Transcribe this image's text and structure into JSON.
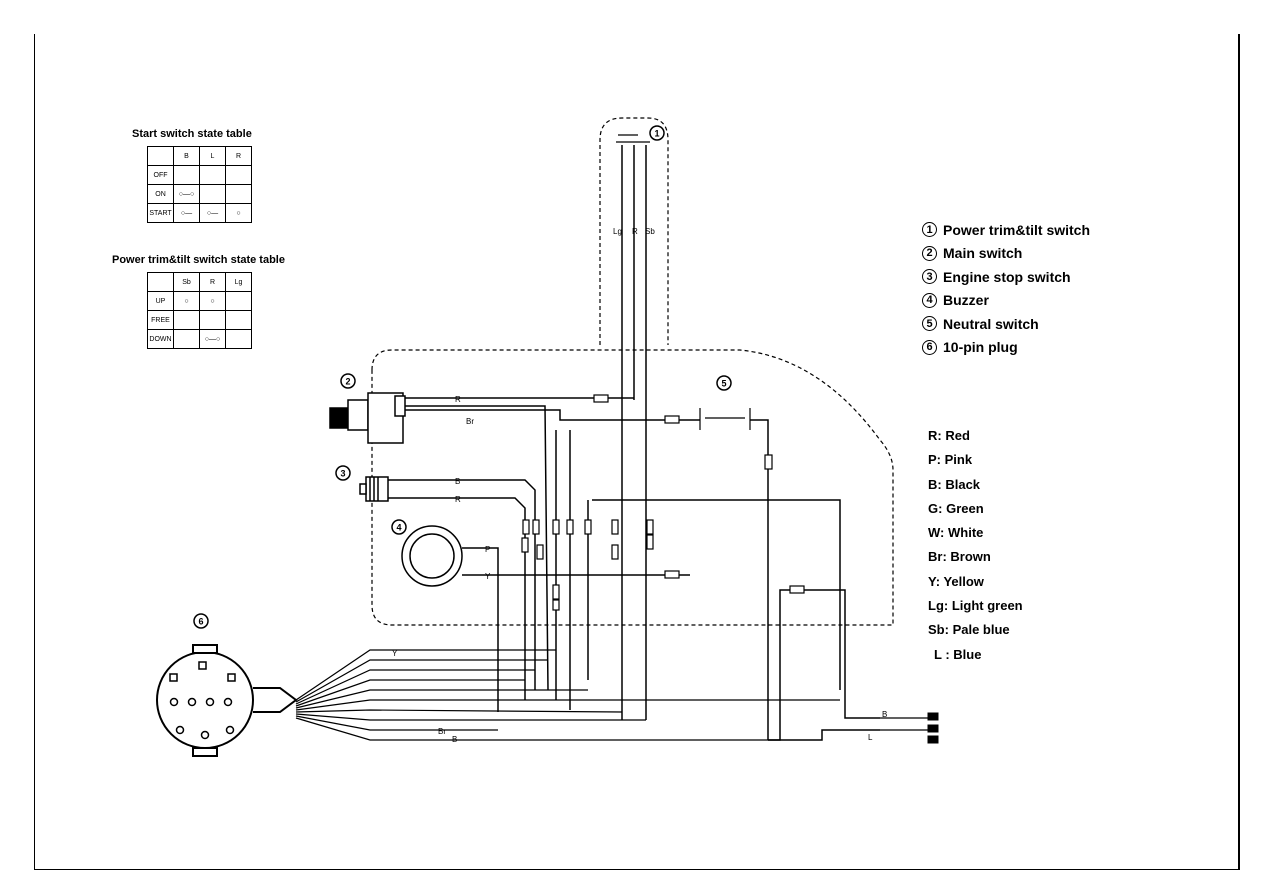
{
  "start_switch_table": {
    "title": "Start switch state table",
    "header": [
      "",
      "B",
      "L",
      "R"
    ],
    "rows": [
      [
        "OFF",
        "",
        "",
        ""
      ],
      [
        "ON",
        "○—○",
        "",
        ""
      ],
      [
        "START",
        "○—",
        "○—",
        "○"
      ]
    ]
  },
  "trim_switch_table": {
    "title": "Power trim&tilt switch state table",
    "header": [
      "",
      "Sb",
      "R",
      "Lg"
    ],
    "rows": [
      [
        "UP",
        "○",
        "○",
        ""
      ],
      [
        "FREE",
        "",
        "",
        ""
      ],
      [
        "DOWN",
        "",
        "○—○",
        ""
      ]
    ]
  },
  "components": [
    {
      "num": "1",
      "label": "Power trim&tilt switch"
    },
    {
      "num": "2",
      "label": "Main switch"
    },
    {
      "num": "3",
      "label": "Engine stop switch"
    },
    {
      "num": "4",
      "label": "Buzzer"
    },
    {
      "num": "5",
      "label": "Neutral switch"
    },
    {
      "num": "6",
      "label": "10-pin plug"
    }
  ],
  "wire_colors": [
    {
      "code": "R",
      "name": "Red"
    },
    {
      "code": "P",
      "name": "Pink"
    },
    {
      "code": "B",
      "name": "Black"
    },
    {
      "code": "G",
      "name": "Green"
    },
    {
      "code": "W",
      "name": "White"
    },
    {
      "code": "Br",
      "name": "Brown"
    },
    {
      "code": "Y",
      "name": "Yellow"
    },
    {
      "code": "Lg",
      "name": "Light green"
    },
    {
      "code": "Sb",
      "name": "Pale blue"
    },
    {
      "code": "L",
      "name": "Blue"
    }
  ],
  "wire_labels": {
    "trim_lg": "Lg",
    "trim_r": "R",
    "trim_sb": "Sb",
    "main_r": "R",
    "main_br": "Br",
    "stop_b": "B",
    "stop_r": "R",
    "buzzer_p": "P",
    "buzzer_y": "Y",
    "bundle_y": "Y",
    "bundle_br": "Br",
    "bundle_b": "B",
    "plug_b": "B",
    "plug_l": "L"
  }
}
